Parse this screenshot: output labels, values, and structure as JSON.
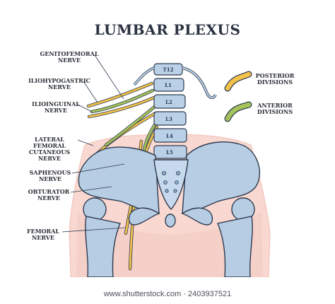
{
  "title": "LUMBAR PLEXUS",
  "labels_left": [
    {
      "id": "genitofemoral",
      "lines": [
        "GENITOFEMORAL",
        "NERVE"
      ]
    },
    {
      "id": "iliohypogastric",
      "lines": [
        "ILIOHYPOGASTRIC",
        "NERVE"
      ]
    },
    {
      "id": "ilioinguinal",
      "lines": [
        "ILIOINGUINAL",
        "NERVE"
      ]
    },
    {
      "id": "lateral-femoral",
      "lines": [
        "LATERAL FEMORAL",
        "CUTANEOUS NERVE"
      ]
    },
    {
      "id": "saphenous",
      "lines": [
        "SAPHENOUS",
        "NERVE"
      ]
    },
    {
      "id": "obturator",
      "lines": [
        "OBTURATOR",
        "NERVE"
      ]
    },
    {
      "id": "femoral",
      "lines": [
        "FEMORAL",
        "NERVE"
      ]
    }
  ],
  "legend": {
    "posterior": {
      "lines": [
        "POSTERIOR",
        "DIVISIONS"
      ],
      "color": "#f2c24a"
    },
    "anterior": {
      "lines": [
        "ANTERIOR",
        "DIVISIONS"
      ],
      "color": "#9dbb4a"
    }
  },
  "vertebrae": [
    "T12",
    "L1",
    "L2",
    "L3",
    "L4",
    "L5"
  ],
  "footer": "www.shutterstock.com · 2403937521",
  "colors": {
    "skin": "#f7d6cf",
    "bone": "#b7cde3",
    "bone_dark": "#8fb0d1",
    "outline": "#2d3a50",
    "posterior": "#f2c24a",
    "anterior": "#a5c35a"
  }
}
